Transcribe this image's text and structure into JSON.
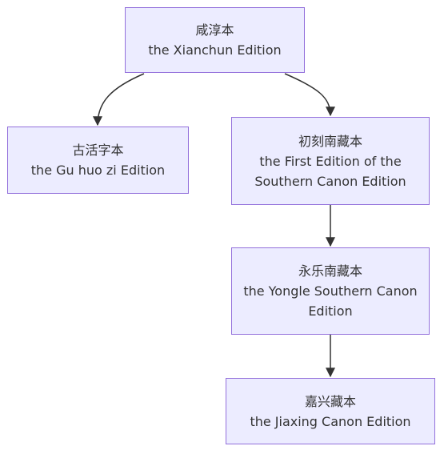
{
  "nodes": {
    "xianchun": {
      "cn": "咸淳本",
      "en": "the Xianchun Edition"
    },
    "guhuozi": {
      "cn": "古活字本",
      "en": "the Gu huo zi Edition"
    },
    "first_southern": {
      "cn": "初刻南藏本",
      "en_line1": "the First Edition of the",
      "en_line2": "Southern Canon Edition"
    },
    "yongle": {
      "cn": "永乐南藏本",
      "en_line1": "the Yongle Southern Canon",
      "en_line2": "Edition"
    },
    "jiaxing": {
      "cn": "嘉兴藏本",
      "en": "the Jiaxing Canon Edition"
    }
  },
  "edges": [
    {
      "from": "xianchun",
      "to": "guhuozi"
    },
    {
      "from": "xianchun",
      "to": "first_southern"
    },
    {
      "from": "first_southern",
      "to": "yongle"
    },
    {
      "from": "yongle",
      "to": "jiaxing"
    }
  ],
  "colors": {
    "node_fill": "#ececff",
    "node_border": "#9370db",
    "edge": "#333333",
    "text": "#333333"
  }
}
